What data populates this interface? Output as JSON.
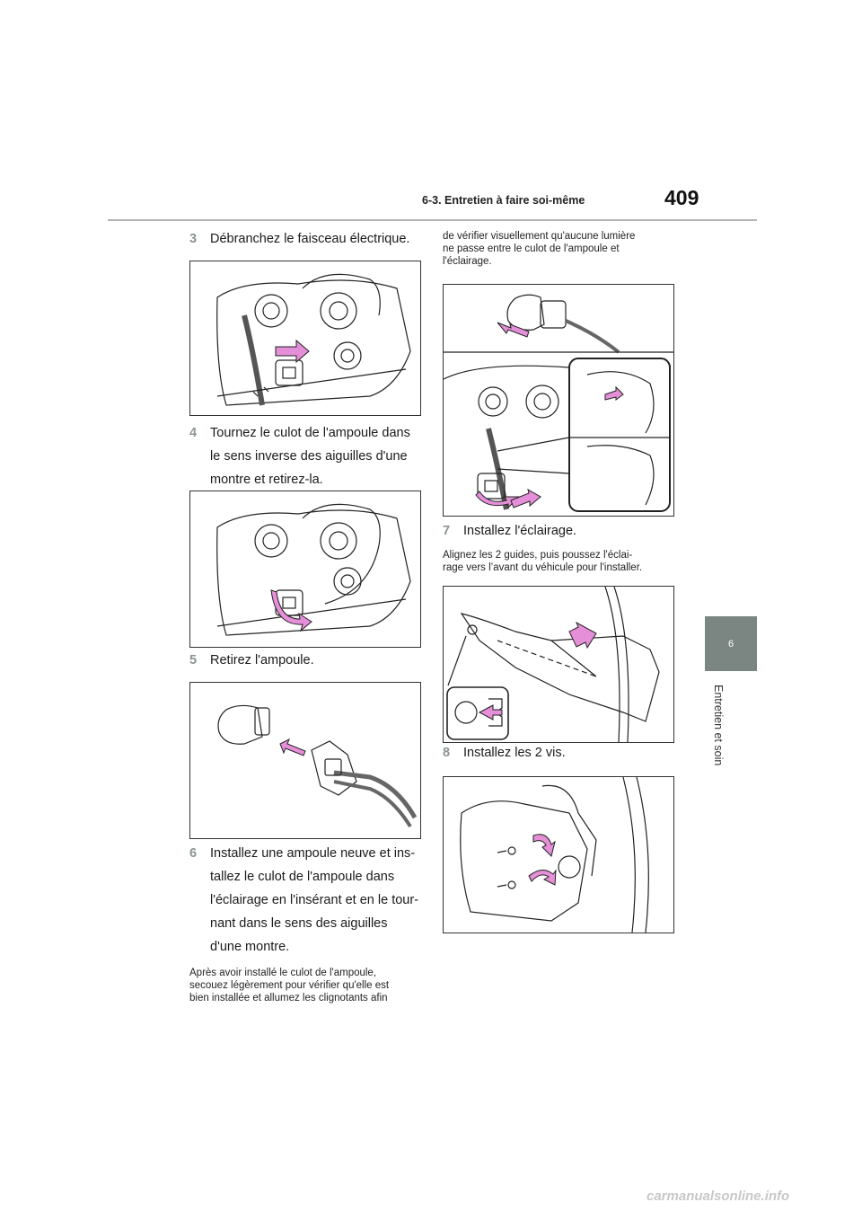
{
  "header": {
    "section": "6-3. Entretien à faire soi-même",
    "page_number": "409"
  },
  "sidebar": {
    "chapter_number": "6",
    "chapter_title": "Entretien et soin"
  },
  "left_column": {
    "step3": {
      "num": "3",
      "text": "Débranchez le faisceau électrique."
    },
    "step4": {
      "num": "4",
      "lines": [
        "Tournez le culot de l'ampoule dans",
        "le sens inverse des aiguilles d'une",
        "montre et retirez-la."
      ]
    },
    "step5": {
      "num": "5",
      "text": "Retirez l'ampoule."
    },
    "step6": {
      "num": "6",
      "lines": [
        "Installez une ampoule neuve et ins-",
        "tallez le culot de l'ampoule dans",
        "l'éclairage en l'insérant et en le tour-",
        "nant dans le sens des aiguilles",
        "d'une montre."
      ]
    },
    "note": [
      "Après avoir installé le culot de l'ampoule,",
      "secouez légèrement pour vérifier qu'elle est",
      "bien installée et allumez les clignotants afin"
    ]
  },
  "right_column": {
    "note_cont": [
      "de vérifier visuellement qu'aucune lumière",
      "ne passe entre le culot de l'ampoule et",
      "l'éclairage."
    ],
    "step7": {
      "num": "7",
      "text": "Installez l'éclairage."
    },
    "step7_note": [
      "Alignez les 2 guides, puis poussez l'éclai-",
      "rage vers l’avant du véhicule pour l'installer."
    ],
    "step8": {
      "num": "8",
      "text": "Installez les 2 vis."
    }
  },
  "figures": {
    "fig_step3": "disconnect-harness-illustration",
    "fig_step4": "rotate-bulb-socket-illustration",
    "fig_step5": "remove-bulb-illustration",
    "fig_step6": "install-bulb-socket-illustration",
    "fig_step7": "install-lamp-guides-illustration",
    "fig_step8": "install-screws-illustration"
  },
  "colors": {
    "accent_pink": "#e48fd7",
    "tab_gray": "#7b8582"
  },
  "watermark": "carmanualsonline.info"
}
